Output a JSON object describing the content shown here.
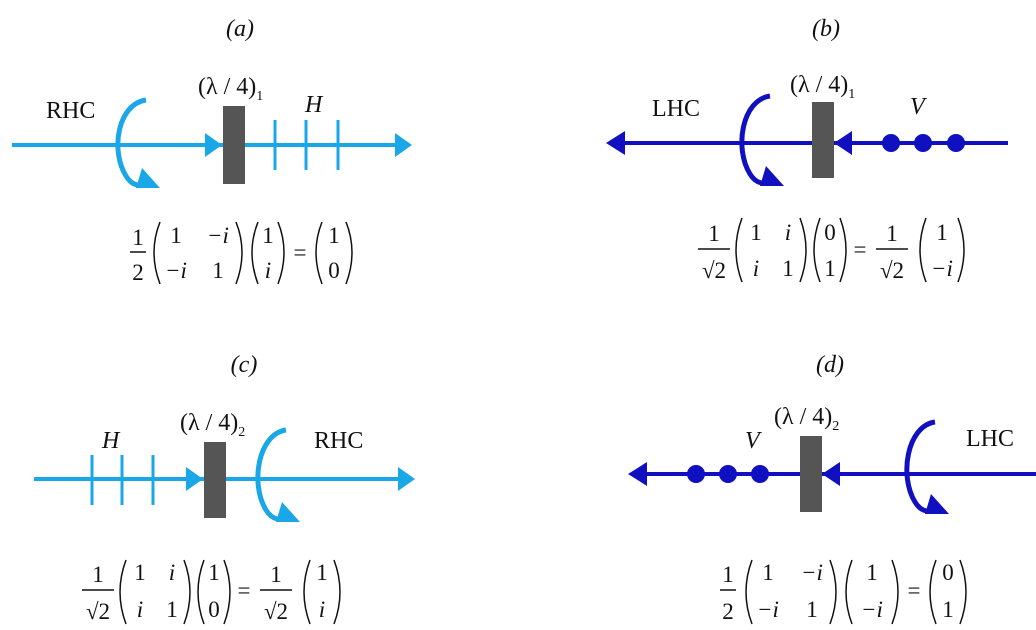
{
  "colors": {
    "light": "#1aa7e8",
    "dark": "#1010c0",
    "plate": "#555555",
    "ink": "#111111"
  },
  "panels": {
    "a": {
      "tag": "(a)",
      "beam_label": "RHC",
      "plate_main": "(λ / 4)",
      "plate_sub": "1",
      "pol_label": "H",
      "eq": {
        "prefactor_num": "1",
        "prefactor_den": "2",
        "m11": "1",
        "m12": "−i",
        "m21": "−i",
        "m22": "1",
        "v1": "1",
        "v2": "i",
        "eq_sign": "=",
        "r1": "1",
        "r2": "0"
      }
    },
    "b": {
      "tag": "(b)",
      "beam_label": "LHC",
      "plate_main": "(λ / 4)",
      "plate_sub": "1",
      "pol_label": "V",
      "eq": {
        "prefactor_num": "1",
        "prefactor_den": "√2",
        "m11": "1",
        "m12": "i",
        "m21": "i",
        "m22": "1",
        "v1": "0",
        "v2": "1",
        "eq_sign": "=",
        "rprefactor_num": "1",
        "rprefactor_den": "√2",
        "r1": "1",
        "r2": "−i"
      }
    },
    "c": {
      "tag": "(c)",
      "beam_label": "RHC",
      "plate_main": "(λ / 4)",
      "plate_sub": "2",
      "pol_label": "H",
      "eq": {
        "prefactor_num": "1",
        "prefactor_den": "√2",
        "m11": "1",
        "m12": "i",
        "m21": "i",
        "m22": "1",
        "v1": "1",
        "v2": "0",
        "eq_sign": "=",
        "rprefactor_num": "1",
        "rprefactor_den": "√2",
        "r1": "1",
        "r2": "i"
      }
    },
    "d": {
      "tag": "(d)",
      "beam_label": "LHC",
      "plate_main": "(λ / 4)",
      "plate_sub": "2",
      "pol_label": "V",
      "eq": {
        "prefactor_num": "1",
        "prefactor_den": "2",
        "m11": "1",
        "m12": "−i",
        "m21": "−i",
        "m22": "1",
        "v1": "1",
        "v2": "−i",
        "eq_sign": "=",
        "r1": "0",
        "r2": "1"
      }
    }
  }
}
